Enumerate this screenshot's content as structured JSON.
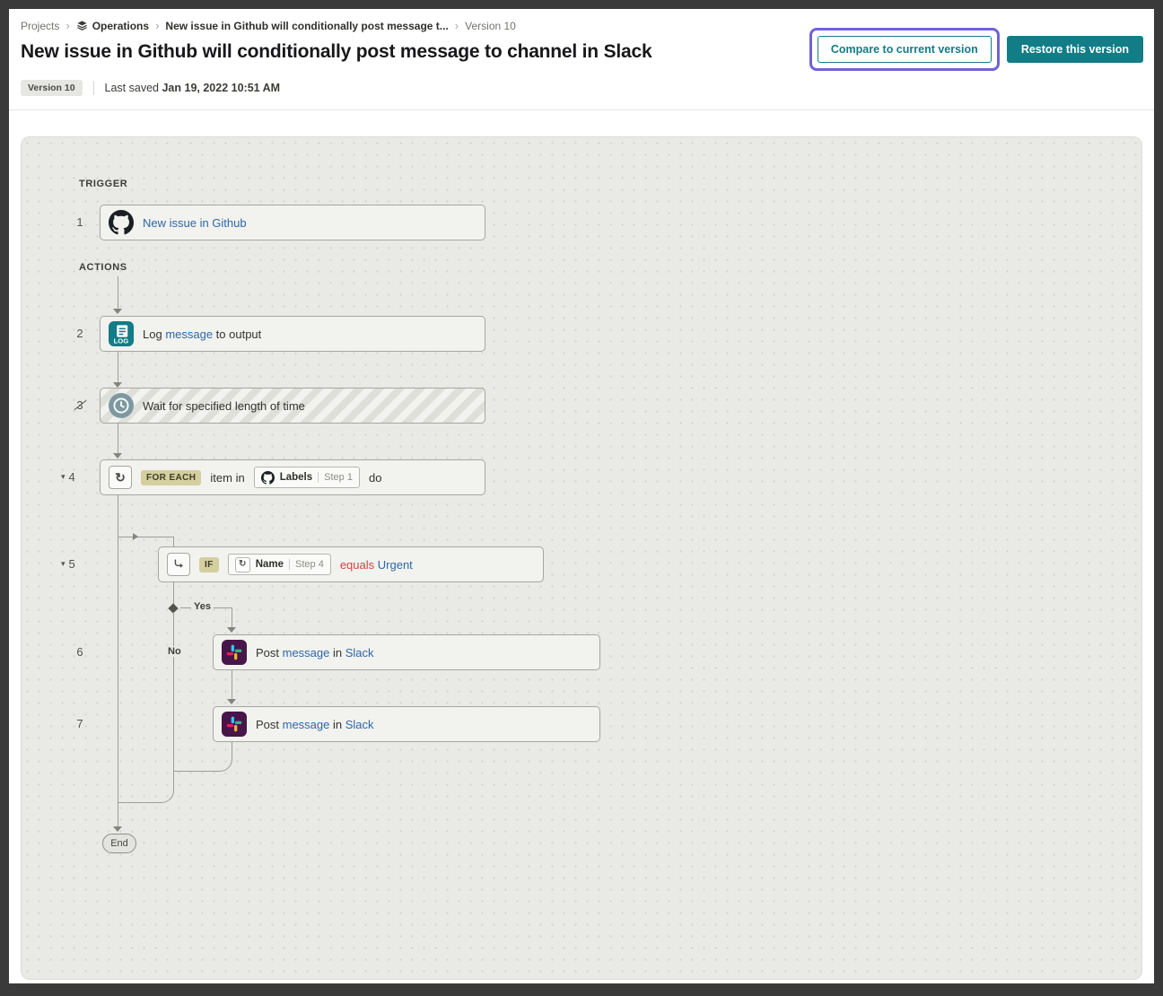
{
  "colors": {
    "teal": "#127C87",
    "link_blue": "#2E68A8",
    "annotation_purple": "#6F63D9",
    "badge_olive_bg": "#D4CF9F",
    "operator_red": "#CE4444",
    "canvas_bg": "#E9E9E6"
  },
  "breadcrumb": {
    "items": {
      "projects": "Projects",
      "operations": "Operations",
      "recipe": "New issue in Github will conditionally post message t...",
      "version": "Version 10"
    }
  },
  "header": {
    "title": "New issue in Github will conditionally post message to channel in Slack",
    "version_badge": "Version 10",
    "last_saved_label": "Last saved",
    "last_saved_value": "Jan 19, 2022 10:51 AM",
    "compare_button_label": "Compare to current version",
    "restore_button_label": "Restore this version"
  },
  "workflow": {
    "trigger_label": "TRIGGER",
    "actions_label": "ACTIONS",
    "yes_label": "Yes",
    "no_label": "No",
    "end_label": "End",
    "logger_icon_text": "LOG",
    "loop_icon_glyph": "↻",
    "steps": {
      "s1": {
        "number": "1",
        "segments": {
          "a": "New issue in Github"
        }
      },
      "s2": {
        "number": "2",
        "segments": {
          "a": "Log ",
          "b": "message",
          "c": " to output"
        }
      },
      "s3": {
        "number": "3",
        "segments": {
          "a": "Wait for specified length of time"
        }
      },
      "s4": {
        "number": "4",
        "badge": "FOR EACH",
        "pre": "item in",
        "post": "do",
        "ref": {
          "source": "Labels",
          "step": "Step 1"
        }
      },
      "s5": {
        "number": "5",
        "badge": "IF",
        "ref": {
          "source": "Name",
          "step": "Step 4"
        },
        "operator": "equals",
        "value": "Urgent"
      },
      "s6": {
        "number": "6",
        "segments": {
          "a": "Post ",
          "b": "message",
          "c": " in ",
          "d": "Slack"
        }
      },
      "s7": {
        "number": "7",
        "segments": {
          "a": "Post ",
          "b": "message",
          "c": " in ",
          "d": "Slack"
        }
      }
    }
  }
}
